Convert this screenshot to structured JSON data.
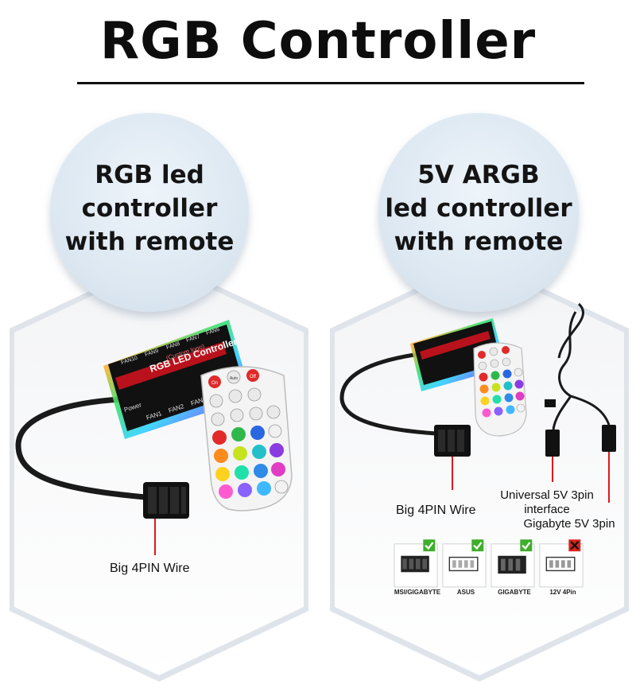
{
  "title": "RGB Controller",
  "left_panel": {
    "bubble_lines": [
      "RGB led",
      "controller",
      "with remote"
    ],
    "device_label": "RGB LED Controller",
    "device_sub": "(Custom logo)",
    "fan_labels_top": [
      "FAN10",
      "FAN9",
      "FAN8",
      "FAN7",
      "FAN6"
    ],
    "fan_labels_bottom": [
      "FAN1",
      "FAN2",
      "FAN3"
    ],
    "power_label": "Power",
    "remote_buttons_top": [
      "On",
      "Auto",
      "Off"
    ],
    "wire_label": "Big 4PIN Wire"
  },
  "right_panel": {
    "bubble_lines": [
      "5V ARGB",
      "led controller",
      "with remote"
    ],
    "wire_label": "Big 4PIN Wire",
    "universal_label_lines": [
      "Universal 5V 3pin",
      "interface"
    ],
    "gigabyte_label": "Gigabyte 5V 3pin",
    "compat": [
      {
        "caption": "MSI/GIGABYTE",
        "ok": true
      },
      {
        "caption": "ASUS",
        "ok": true
      },
      {
        "caption": "GIGABYTE",
        "ok": true
      },
      {
        "caption": "12V 4Pin",
        "ok": false
      }
    ]
  },
  "colors": {
    "accent_red": "#e0191b",
    "check_green": "#3fae2a",
    "cross_red": "#d9241d",
    "bubble": "#dde8f2"
  }
}
